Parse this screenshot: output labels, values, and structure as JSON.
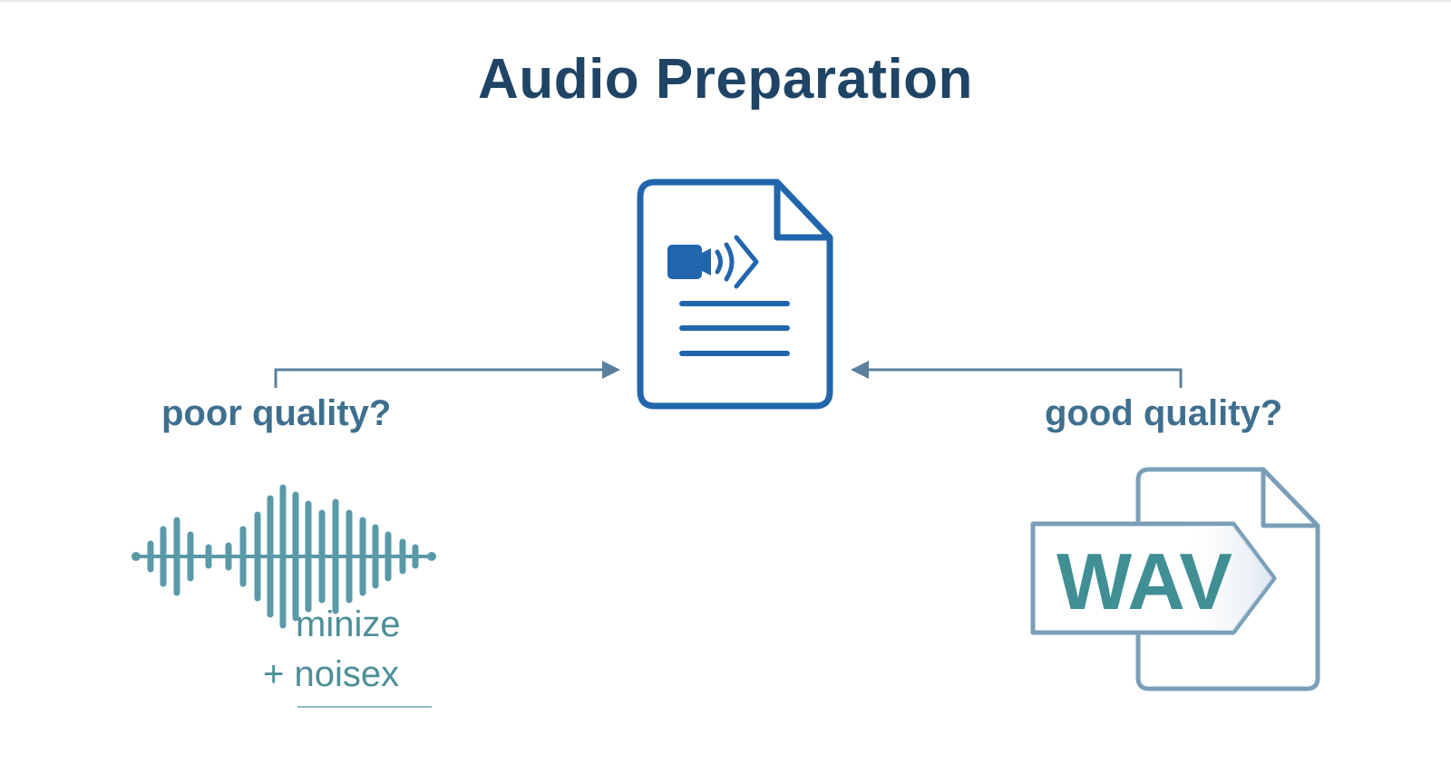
{
  "title": "Audio Preparation",
  "branches": {
    "left": {
      "question": "poor quality?",
      "note_line1": "minize",
      "note_line2": "+ noisex",
      "icon": "waveform-icon"
    },
    "right": {
      "question": "good quality?",
      "file_label": "WAV",
      "icon": "wav-file-icon"
    }
  },
  "center": {
    "icon": "audio-document-icon"
  },
  "colors": {
    "title": "#1f4465",
    "document_blue": "#2166ad",
    "connector": "#5b7f9e",
    "waveform": "#5a9aa8",
    "wav_text": "#3f8f95",
    "wav_outline": "#7b9fb8"
  }
}
